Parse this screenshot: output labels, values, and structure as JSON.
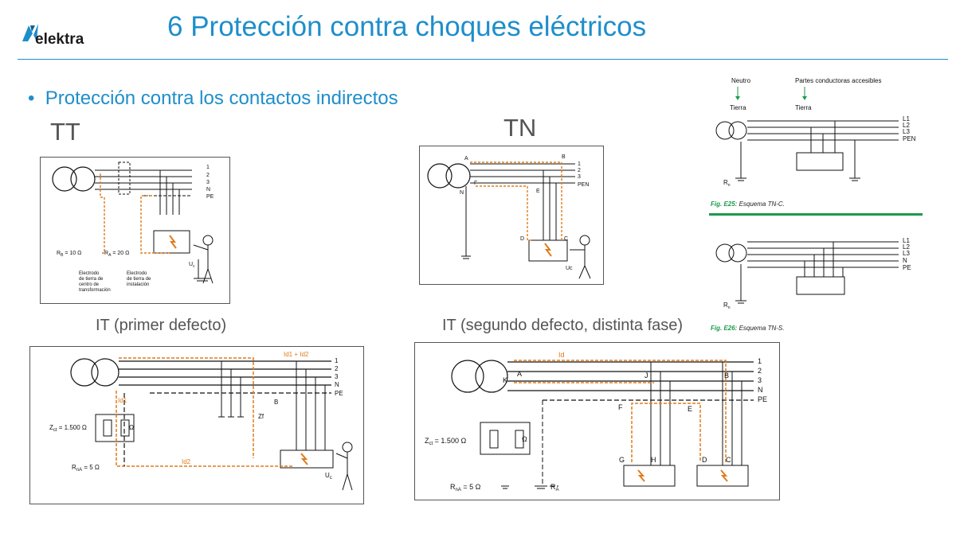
{
  "header": {
    "title": "6 Protección contra choques eléctricos",
    "logo_text": "elektra",
    "bullet": "Protección contra los contactos indirectos"
  },
  "colors": {
    "accent": "#1e8ecb",
    "fault_path": "#e07b1c",
    "caption_green": "#1a9a4a"
  },
  "diagrams": {
    "tt": {
      "heading": "TT",
      "conductors": [
        "1",
        "2",
        "3",
        "N",
        "PE"
      ],
      "rb": "R",
      "rb_sub": "B",
      "rb_value": " = 10 Ω",
      "ra": "R",
      "ra_sub": "A",
      "ra_value": " = 20 Ω",
      "uc": "U",
      "uc_sub": "c",
      "electrode1": [
        "Electrodo",
        "de tierra de",
        "centro de",
        "transformación"
      ],
      "electrode2": [
        "Electrodo",
        "de tierra de",
        "instalación"
      ]
    },
    "tn": {
      "heading": "TN",
      "conductors": [
        "1",
        "2",
        "3",
        "PEN"
      ],
      "points": {
        "a": "A",
        "b": "B",
        "n": "N",
        "f": "F",
        "e": "E",
        "d": "D",
        "c": "C"
      },
      "uc": "Uc"
    },
    "it1": {
      "heading": "IT (primer defecto)",
      "conductors": [
        "1",
        "2",
        "3",
        "N",
        "PE"
      ],
      "id_sum": "Id1 + Id2",
      "id1": "Id1",
      "id2": "Id2",
      "zct": "Z",
      "zct_sub": "ct",
      "zct_value": " = 1.500 Ω",
      "ohm": "Ω",
      "zf": "Zf",
      "b": "B",
      "rna": "R",
      "rna_sub": "nA",
      "rna_value": " = 5 Ω",
      "uc": "U",
      "uc_sub": "c"
    },
    "it2": {
      "heading": "IT (segundo defecto, distinta fase)",
      "conductors": [
        "1",
        "2",
        "3",
        "N",
        "PE"
      ],
      "id": "Id",
      "points": {
        "k": "K",
        "a": "A",
        "j": "J",
        "b": "B",
        "f": "F",
        "e": "E",
        "g": "G",
        "h": "H",
        "d": "D",
        "c": "C"
      },
      "zct": "Z",
      "zct_sub": "ct",
      "zct_value": " = 1.500 Ω",
      "ohm": "Ω",
      "rna": "R",
      "rna_sub": "nA",
      "rna_value": " = 5 Ω",
      "ra": "R",
      "ra_sub": "A"
    },
    "tnc": {
      "neutro": "Neutro",
      "tierra1": "Tierra",
      "partes": "Partes conductoras accesibles",
      "tierra2": "Tierra",
      "conductors": [
        "L1",
        "L2",
        "L3",
        "PEN"
      ],
      "rn": "R",
      "rn_sub": "n",
      "caption_label": "Fig. E25:",
      "caption_text": " Esquema TN-C."
    },
    "tns": {
      "conductors": [
        "L1",
        "L2",
        "L3",
        "N",
        "PE"
      ],
      "rn": "R",
      "rn_sub": "n",
      "caption_label": "Fig. E26:",
      "caption_text": " Esquema TN-S."
    }
  }
}
